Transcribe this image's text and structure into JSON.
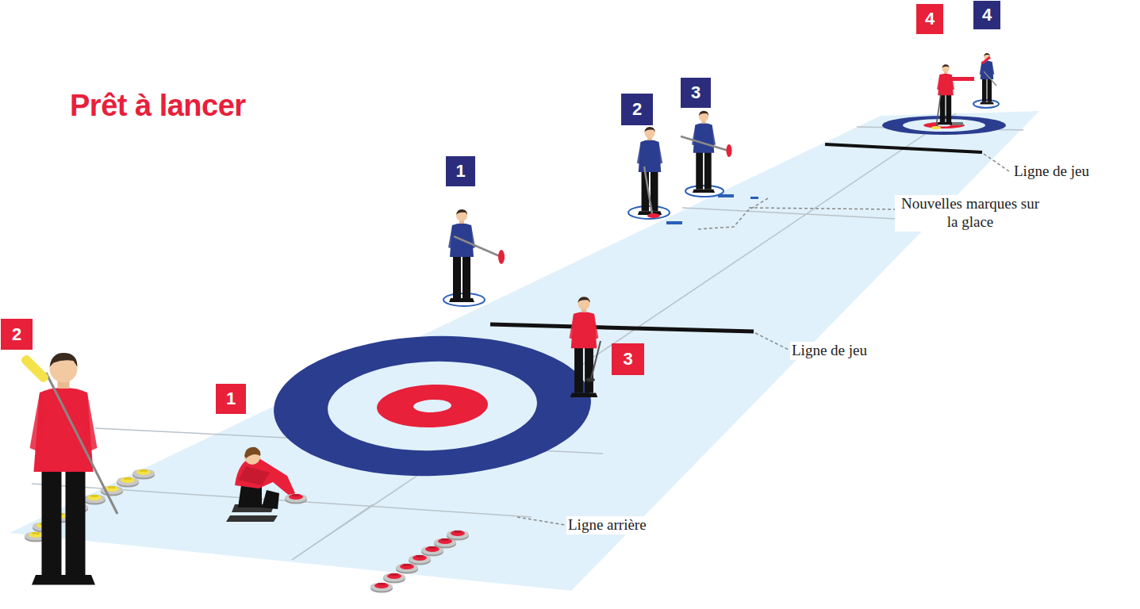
{
  "diagram": {
    "title": "Prêt à lancer",
    "nodes": [
      {
        "text": [
          "4"
        ]
      },
      {
        "text": [
          "4"
        ]
      },
      {
        "text": [
          "3"
        ]
      },
      {
        "text": [
          "2"
        ]
      },
      {
        "text": [
          "1"
        ]
      },
      {
        "text": [
          "3"
        ]
      },
      {
        "text": [
          "2"
        ]
      },
      {
        "text": [
          "1"
        ]
      }
    ],
    "labels": [
      "Ligne de jeu",
      "Nouvelles marques sur la glace",
      "Ligne de jeu",
      "Ligne arrière"
    ]
  }
}
